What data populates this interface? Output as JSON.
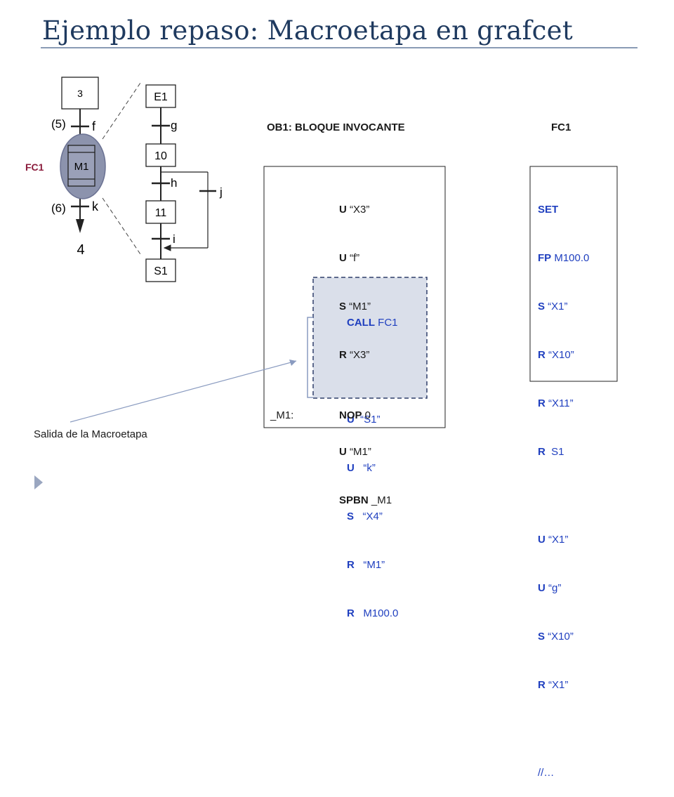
{
  "title": "Ejemplo repaso: Macroetapa en grafcet",
  "grafcet_left": {
    "step_top": "3",
    "label_5": "(5)",
    "trans_f": "f",
    "macro": "M1",
    "macro_ref": "FC1",
    "label_6": "(6)",
    "trans_k": "k",
    "step_bottom": "4"
  },
  "grafcet_right": {
    "step_e1": "E1",
    "trans_g": "g",
    "step_10": "10",
    "trans_h": "h",
    "trans_j": "j",
    "step_11": "11",
    "trans_i": "i",
    "step_s1": "S1"
  },
  "ob1": {
    "heading": "OB1: BLOQUE INVOCANTE",
    "lines": [
      {
        "op": "U",
        "arg": " “X3”"
      },
      {
        "op": "U",
        "arg": " “f”"
      },
      {
        "op": "S",
        "arg": " “M1”"
      },
      {
        "op": "R",
        "arg": " “X3”"
      },
      {
        "op": "",
        "arg": ""
      },
      {
        "op": "U",
        "arg": " “M1”"
      },
      {
        "op": "SPBN",
        "arg": " _M1"
      }
    ],
    "call_lines": [
      {
        "op": "CALL",
        "arg": " FC1"
      },
      {
        "op": "",
        "arg": ""
      },
      {
        "op": "U",
        "arg": "  “S1”"
      },
      {
        "op": "U",
        "arg": "   “k”"
      },
      {
        "op": "S",
        "arg": "   “X4”"
      },
      {
        "op": "R",
        "arg": "   “M1”"
      },
      {
        "op": "R",
        "arg": "   M100.0"
      }
    ],
    "end_label": "_M1:",
    "end_op": "NOP",
    "end_arg": " 0"
  },
  "fc1": {
    "heading": "FC1",
    "lines": [
      {
        "op": "SET",
        "arg": ""
      },
      {
        "op": "FP",
        "arg": " M100.0"
      },
      {
        "op": "S",
        "arg": " “X1”"
      },
      {
        "op": "R",
        "arg": " “X10”"
      },
      {
        "op": "R",
        "arg": " “X11”"
      },
      {
        "op": "R",
        "arg": "  S1"
      },
      {
        "op": "",
        "arg": ""
      },
      {
        "op": "U",
        "arg": " “X1”"
      },
      {
        "op": "U",
        "arg": " “g”"
      },
      {
        "op": "S",
        "arg": " “X10”"
      },
      {
        "op": "R",
        "arg": " “X1”"
      },
      {
        "op": "",
        "arg": ""
      },
      {
        "op": "//…",
        "arg": ""
      }
    ]
  },
  "annotation": "Salida de la Macroetapa",
  "colors": {
    "title": "#1f3a5f",
    "macro_fill": "#8c93ad",
    "highlight_box": "#dadfea",
    "fc1_label": "#8b1c3c",
    "code_blue": "#1f3fbf"
  }
}
